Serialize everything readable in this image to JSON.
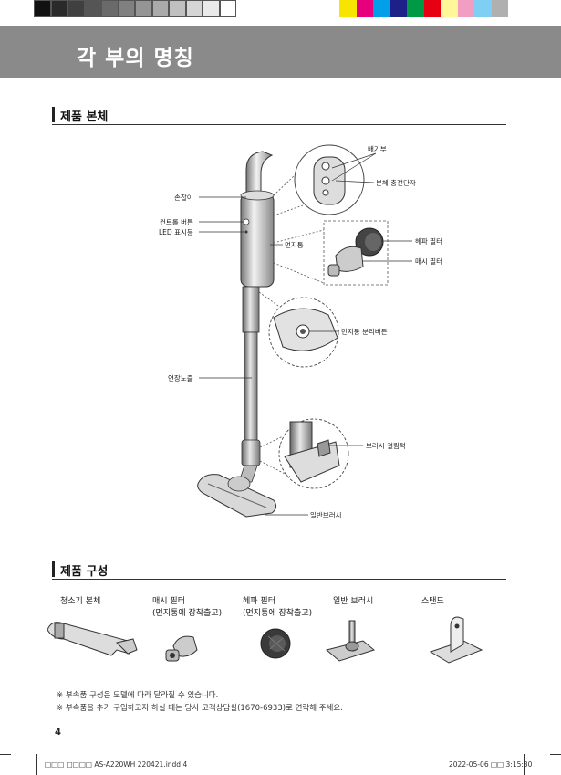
{
  "color_bar": {
    "grays": [
      "#111111",
      "#2a2a2a",
      "#404040",
      "#555555",
      "#6a6a6a",
      "#808080",
      "#959595",
      "#aaaaaa",
      "#c0c0c0",
      "#d5d5d5",
      "#eaeaea",
      "#ffffff"
    ],
    "colors": [
      "#f7e400",
      "#e6007e",
      "#00a0e9",
      "#1d2088",
      "#009944",
      "#e60012",
      "#fff799",
      "#f19ec2",
      "#7fcef4",
      "#b0b0b0"
    ]
  },
  "header": {
    "title": "각 부의 명칭"
  },
  "section_body": {
    "title": "제품 본체",
    "labels": {
      "handle": "손잡이",
      "control_button": "컨트롤 버튼",
      "led": "LED 표시등",
      "dust_bin": "먼지통",
      "extension_nozzle": "연장노즐",
      "vent": "배기부",
      "charge_terminal": "본체 충전단자",
      "hepa_filter": "헤파 필터",
      "mesh_filter": "매시 필터",
      "bin_release": "먼지통 분리버튼",
      "brush_hook": "브러시 걸림턱",
      "general_brush": "일반브러시"
    }
  },
  "section_contents": {
    "title": "제품 구성",
    "items": [
      {
        "line1": "청소기 본체",
        "line2": ""
      },
      {
        "line1": "매시 필터",
        "line2": "(먼지통에 장착출고)"
      },
      {
        "line1": "헤파 필터",
        "line2": "(먼지통에 장착출고)"
      },
      {
        "line1": "일반 브러시",
        "line2": ""
      },
      {
        "line1": "스탠드",
        "line2": ""
      }
    ]
  },
  "notes": [
    "※ 부속품 구성은 모델에 따라 달라질 수 있습니다.",
    "※ 부속품을 추가 구입하고자 하실 때는 당사 고객상담실(1670-6933)로 연락해 주세요."
  ],
  "page_number": "4",
  "footer": {
    "file": "□□□ □□□□  AS-A220WH 220421.indd   4",
    "timestamp": "2022-05-06   □□ 3:15:30"
  }
}
